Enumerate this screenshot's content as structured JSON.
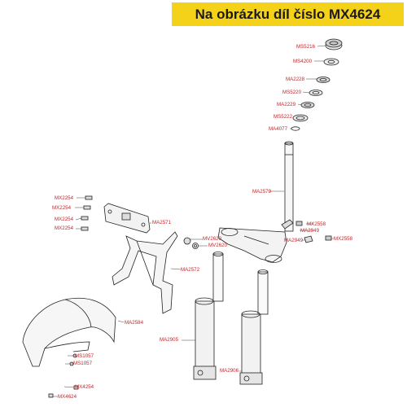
{
  "banner": {
    "text": "Na obrázku díl číslo MX4624"
  },
  "labels": {
    "ms5216": "MS5216",
    "ms4200": "MS4200",
    "ma2228": "MA2228",
    "ms5220": "MS5220",
    "ma2229": "MA2229",
    "ms5222": "MS5222",
    "ma4077": "MA4077",
    "mx2254_1": "MX2254",
    "mx2254_2": "MX2254",
    "mx2254_3": "MX2254",
    "mx2254_4": "MX2254",
    "ma2579": "MA2579",
    "ma2571": "MA2571",
    "mx2558_1": "MX2558",
    "ma2949_1": "MA2949",
    "ma2949_2": "MA2949",
    "mx2558_2": "MX2558",
    "mv2620_1": "MV2620",
    "mv2620_2": "MV2620",
    "ma2572": "MA2572",
    "ma2584": "MA2584",
    "ma2905": "MA2905",
    "ma2906": "MA2906",
    "ms1057_1": "MS1057",
    "ms1057_2": "MS1057",
    "mx4254": "MX4254",
    "mx4624": "MX4624"
  }
}
